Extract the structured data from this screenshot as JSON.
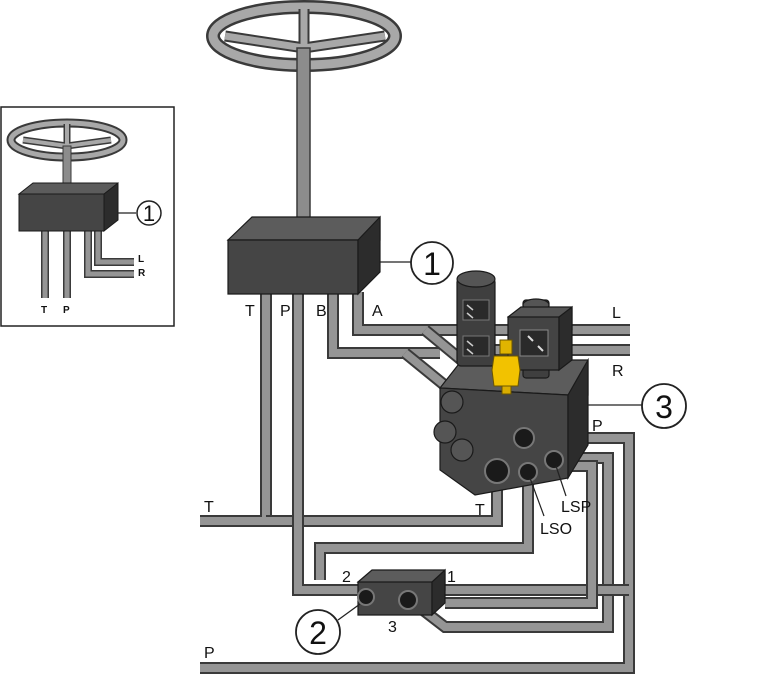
{
  "inset": {
    "callout": "1",
    "port_labels": {
      "L": "L",
      "R": "R",
      "T": "T",
      "P": "P"
    }
  },
  "main": {
    "unit1": {
      "callout": "1",
      "ports": {
        "T": "T",
        "P": "P",
        "B": "B",
        "A": "A"
      }
    },
    "unit2": {
      "callout": "2",
      "ports": {
        "p1": "1",
        "p2": "2",
        "p3": "3"
      }
    },
    "unit3": {
      "callout": "3",
      "ports": {
        "P": "P",
        "T": "T",
        "LSO": "LSO",
        "LSP": "LSP"
      }
    },
    "lines": {
      "L": "L",
      "R": "R",
      "T": "T",
      "P": "P"
    }
  },
  "colors": {
    "pipe_outline": "#3a3a3a",
    "pipe_fill": "#959595",
    "block_top": "#5c5c5c",
    "block_front": "#454545",
    "block_side": "#2c2c2c",
    "fitting": "#f2c200"
  }
}
